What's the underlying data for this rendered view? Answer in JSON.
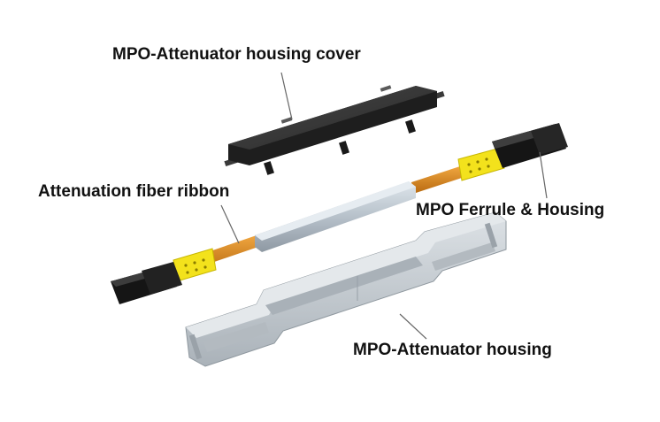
{
  "labels": {
    "cover": "MPO-Attenuator housing cover",
    "ribbon": "Attenuation fiber ribbon",
    "ferrule": "MPO Ferrule & Housing",
    "housing": "MPO-Attenuator housing"
  },
  "colors": {
    "background": "#ffffff",
    "cover": "#2b2b2b",
    "fiber": "#d9861f",
    "ferrule_boot": "#f2e21a",
    "connector": "#1c1c1c",
    "sleeve": "#b9c3cc",
    "housing": "#c5cbd1",
    "leader": "#666666"
  }
}
